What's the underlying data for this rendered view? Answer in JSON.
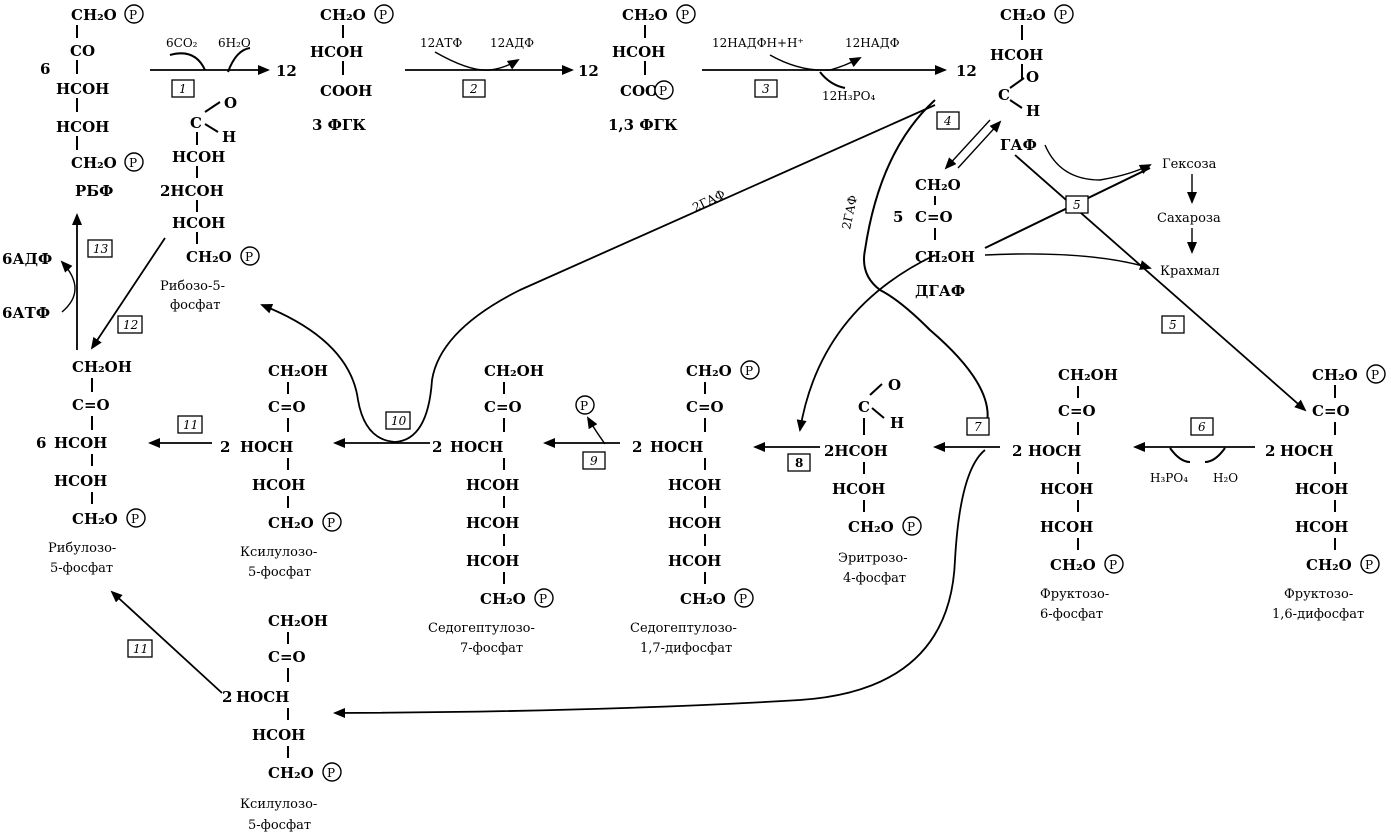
{
  "pathway_title": "",
  "p": "P",
  "coef": {
    "six": "6",
    "twelve": "12",
    "five": "5",
    "two": "2"
  },
  "formula": {
    "ch2op": "CH₂O",
    "ch2o": "CH₂O",
    "ch2oh": "CH₂OH",
    "co": "CO",
    "c_eq_o": "C=O",
    "c": "C",
    "o": "O",
    "h": "H",
    "hcoh": "HCOH",
    "hoch": "HOCH",
    "cooh": "COOH",
    "coo": "COO",
    "twohcoh": "2HCOH",
    "twohcoh_b": "2HCOH"
  },
  "reagents": {
    "co2": "6CO₂",
    "h2o_6": "6H₂O",
    "atp12": "12АТФ",
    "adp12": "12АДФ",
    "nadph": "12НАДФН+Н⁺",
    "nadp": "12НАДФ",
    "h3po4_12": "12H₃PO₄",
    "adp6": "6АДФ",
    "atp6": "6АТФ",
    "h3po4": "H₃PO₄",
    "h2o": "H₂O",
    "gaf2": "2ГАФ",
    "gaf2b": "2ГАФ"
  },
  "compounds": {
    "rbf": "РБФ",
    "fgk3": "3 ФГК",
    "fgk13": "1,3 ФГК",
    "gaf": "ГАФ",
    "dgaf": "ДГАФ",
    "ribose5p_1": "Рибозо-5-",
    "ribose5p_2": "фосфат",
    "ribulose5p_1": "Рибулозо-",
    "ribulose5p_2": "5-фосфат",
    "xylulose5p_1": "Ксилулозо-",
    "xylulose5p_2": "5-фосфат",
    "sedo7p_1": "Седогептулозо-",
    "sedo7p_2": "7-фосфат",
    "sedo17p_1": "Седогептулозо-",
    "sedo17p_2": "1,7-дифосфат",
    "ery4p_1": "Эритрозо-",
    "ery4p_2": "4-фосфат",
    "fru6p_1": "Фруктозо-",
    "fru6p_2": "6-фосфат",
    "fru16p_1": "Фруктозо-",
    "fru16p_2": "1,6-дифосфат",
    "hexose": "Гексоза",
    "sucrose": "Сахароза",
    "starch": "Крахмал"
  },
  "steps": {
    "s1": "1",
    "s2": "2",
    "s3": "3",
    "s4": "4",
    "s5": "5",
    "s6": "6",
    "s7": "7",
    "s8": "8",
    "s9": "9",
    "s10": "10",
    "s11": "11",
    "s12": "12",
    "s13": "13"
  }
}
